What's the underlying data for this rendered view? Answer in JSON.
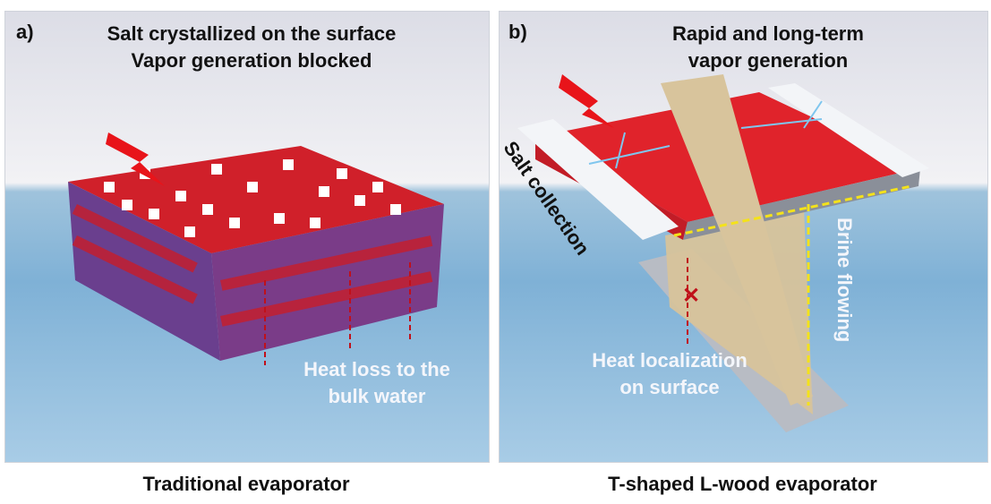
{
  "panel_a": {
    "label": "a)",
    "title_line1": "Salt crystallized on the surface",
    "title_line2": "Vapor generation blocked",
    "note_line1": "Heat loss to the",
    "note_line2": "bulk water",
    "caption": "Traditional  evaporator"
  },
  "panel_b": {
    "label": "b)",
    "title_line1": "Rapid and long-term",
    "title_line2": "vapor generation",
    "salt_label": "Salt collection",
    "brine_label": "Brine flowing",
    "note_line1": "Heat localization",
    "note_line2": "on surface",
    "caption": "T-shaped L-wood  evaporator"
  },
  "colors": {
    "red": "#e8141a",
    "arrow": "#f4e21a",
    "vapor": "#7fc6ee"
  }
}
